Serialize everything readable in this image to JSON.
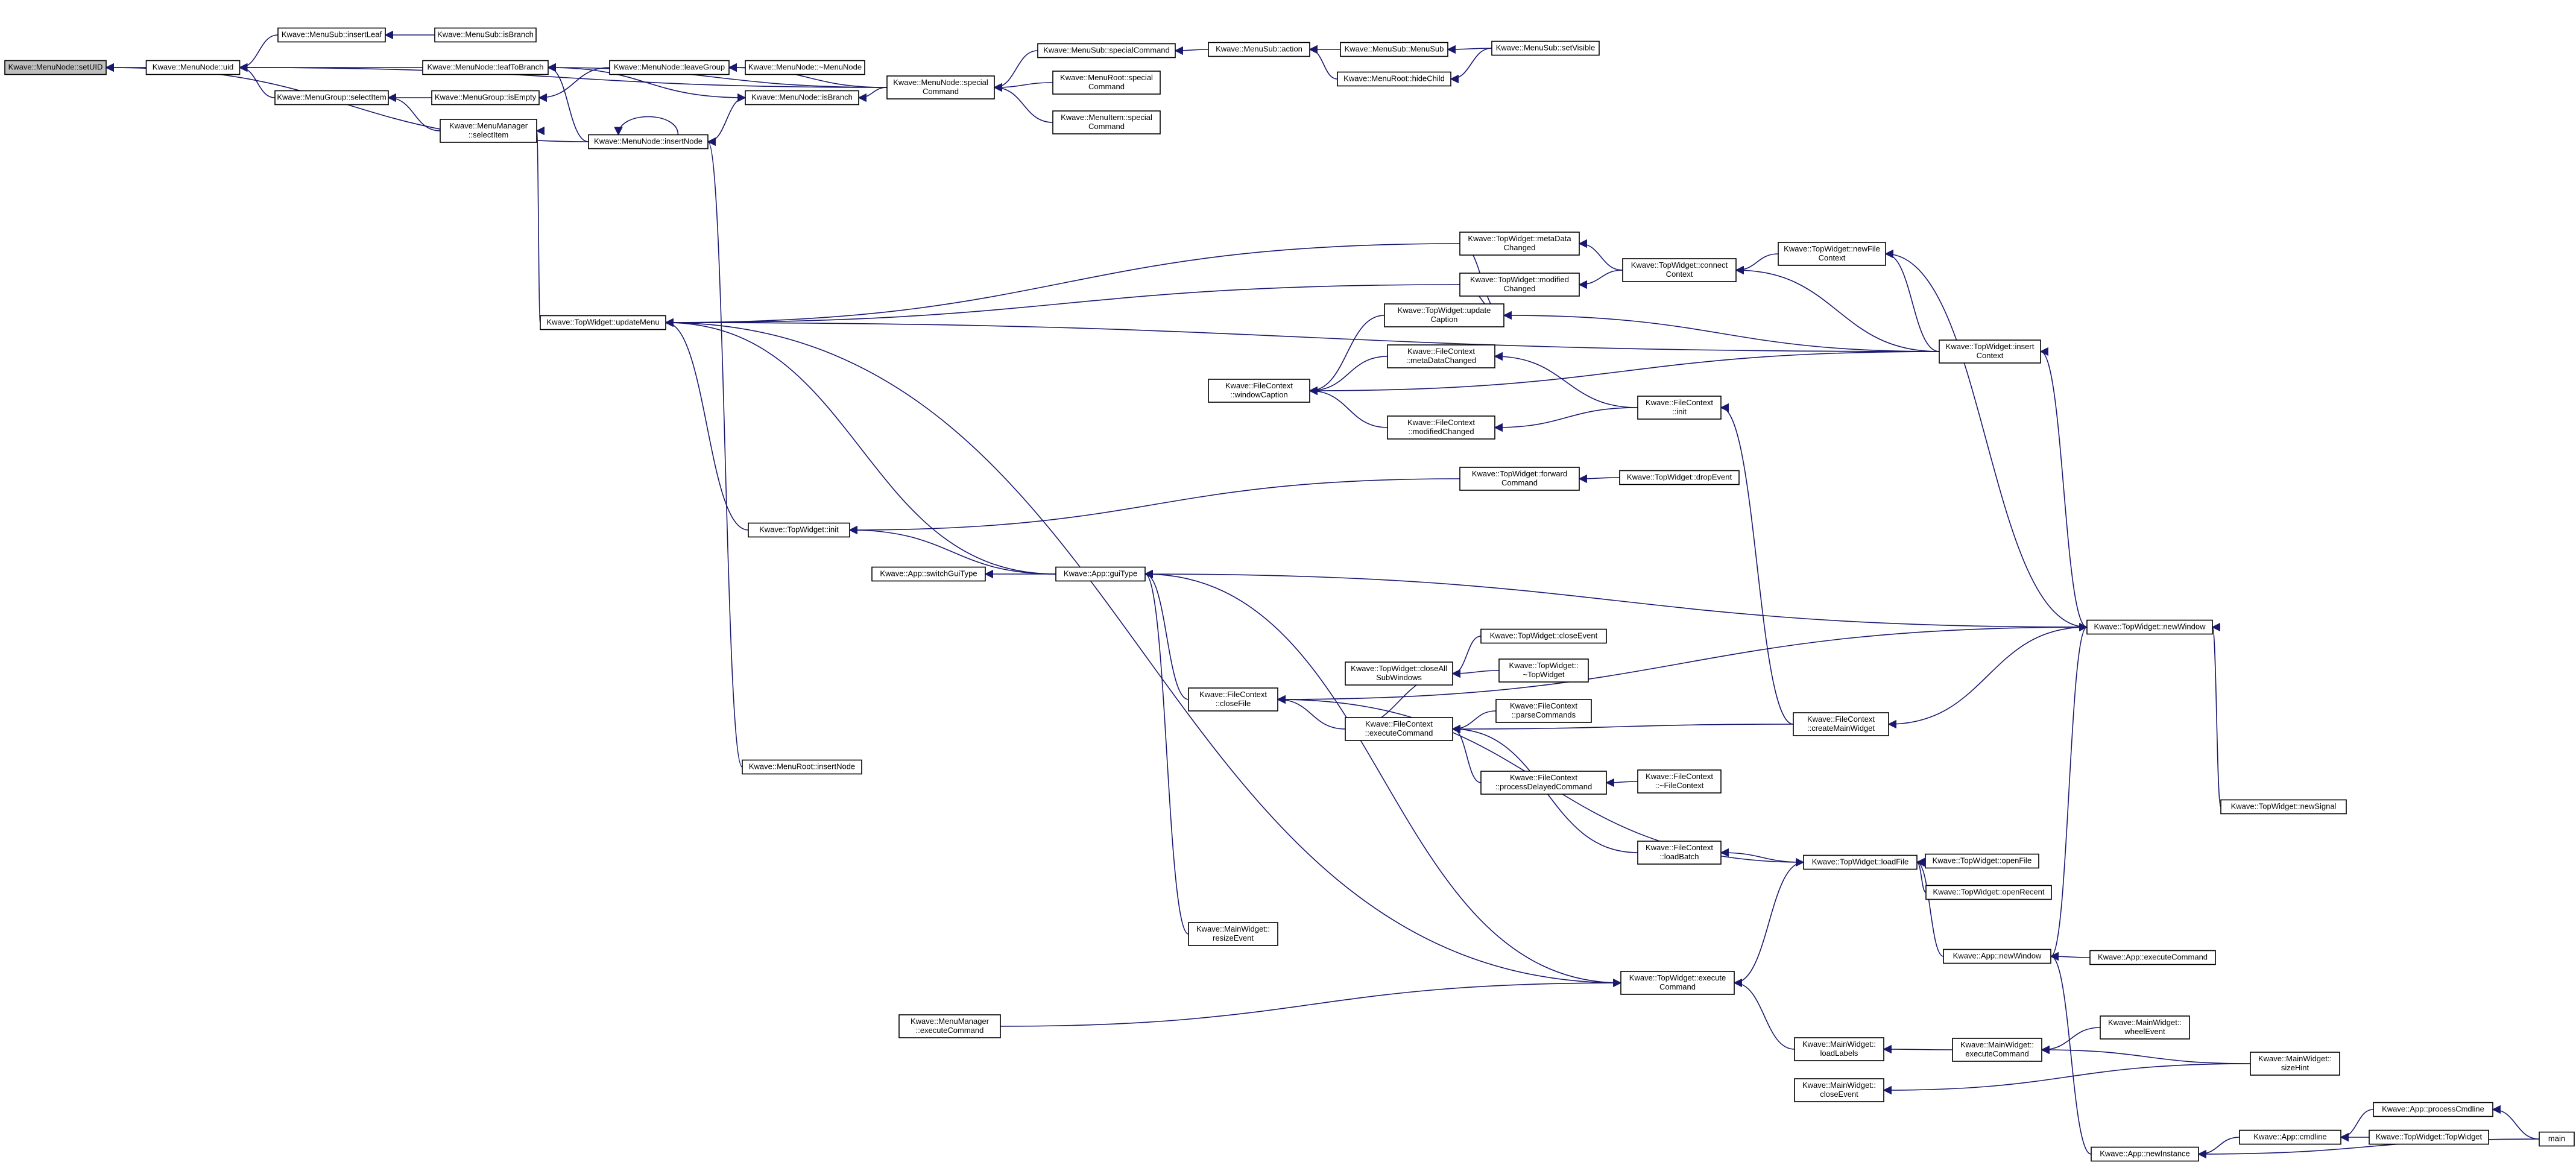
{
  "diagram": {
    "kind": "call-graph",
    "edge_color": "#191970",
    "root_fill": "#bfbfbf",
    "nodes": [
      {
        "id": "setUID",
        "lines": [
          "Kwave::MenuNode::setUID"
        ],
        "root": true
      },
      {
        "id": "mn_uid",
        "lines": [
          "Kwave::MenuNode::uid"
        ]
      },
      {
        "id": "ms_insertLeaf",
        "lines": [
          "Kwave::MenuSub::insertLeaf"
        ]
      },
      {
        "id": "ms_isBranch",
        "lines": [
          "Kwave::MenuSub::isBranch"
        ]
      },
      {
        "id": "mn_leafToBranch",
        "lines": [
          "Kwave::MenuNode::leafToBranch"
        ]
      },
      {
        "id": "mg_selectItem",
        "lines": [
          "Kwave::MenuGroup::selectItem"
        ]
      },
      {
        "id": "mg_isEmpty",
        "lines": [
          "Kwave::MenuGroup::isEmpty"
        ]
      },
      {
        "id": "mm_selectItem",
        "lines": [
          "Kwave::MenuManager",
          "::selectItem"
        ]
      },
      {
        "id": "mn_leaveGroup",
        "lines": [
          "Kwave::MenuNode::leaveGroup"
        ]
      },
      {
        "id": "mn_dtor",
        "lines": [
          "Kwave::MenuNode::~MenuNode"
        ]
      },
      {
        "id": "mn_isBranch",
        "lines": [
          "Kwave::MenuNode::isBranch"
        ]
      },
      {
        "id": "mn_insertNode",
        "lines": [
          "Kwave::MenuNode::insertNode"
        ]
      },
      {
        "id": "mn_special",
        "lines": [
          "Kwave::MenuNode::special",
          "Command"
        ]
      },
      {
        "id": "ms_specialCommand",
        "lines": [
          "Kwave::MenuSub::specialCommand"
        ]
      },
      {
        "id": "mr_special",
        "lines": [
          "Kwave::MenuRoot::special",
          "Command"
        ]
      },
      {
        "id": "mi_special",
        "lines": [
          "Kwave::MenuItem::special",
          "Command"
        ]
      },
      {
        "id": "ms_action",
        "lines": [
          "Kwave::MenuSub::action"
        ]
      },
      {
        "id": "ms_ctor",
        "lines": [
          "Kwave::MenuSub::MenuSub"
        ]
      },
      {
        "id": "ms_setVisible",
        "lines": [
          "Kwave::MenuSub::setVisible"
        ]
      },
      {
        "id": "mr_hideChild",
        "lines": [
          "Kwave::MenuRoot::hideChild"
        ]
      },
      {
        "id": "tw_updateMenu",
        "lines": [
          "Kwave::TopWidget::updateMenu"
        ]
      },
      {
        "id": "tw_metaData",
        "lines": [
          "Kwave::TopWidget::metaData",
          "Changed"
        ]
      },
      {
        "id": "tw_modified",
        "lines": [
          "Kwave::TopWidget::modified",
          "Changed"
        ]
      },
      {
        "id": "tw_updateCaption",
        "lines": [
          "Kwave::TopWidget::update",
          "Caption"
        ]
      },
      {
        "id": "tw_connectContext",
        "lines": [
          "Kwave::TopWidget::connect",
          "Context"
        ]
      },
      {
        "id": "tw_newFileContext",
        "lines": [
          "Kwave::TopWidget::newFile",
          "Context"
        ]
      },
      {
        "id": "tw_insertContext",
        "lines": [
          "Kwave::TopWidget::insert",
          "Context"
        ]
      },
      {
        "id": "fc_metaDataChanged",
        "lines": [
          "Kwave::FileContext",
          "::metaDataChanged"
        ]
      },
      {
        "id": "fc_windowCaption",
        "lines": [
          "Kwave::FileContext",
          "::windowCaption"
        ]
      },
      {
        "id": "fc_modifiedChanged",
        "lines": [
          "Kwave::FileContext",
          "::modifiedChanged"
        ]
      },
      {
        "id": "fc_init",
        "lines": [
          "Kwave::FileContext",
          "::init"
        ]
      },
      {
        "id": "tw_forwardCommand",
        "lines": [
          "Kwave::TopWidget::forward",
          "Command"
        ]
      },
      {
        "id": "tw_dropEvent",
        "lines": [
          "Kwave::TopWidget::dropEvent"
        ]
      },
      {
        "id": "tw_init",
        "lines": [
          "Kwave::TopWidget::init"
        ]
      },
      {
        "id": "app_switchGuiType",
        "lines": [
          "Kwave::App::switchGuiType"
        ]
      },
      {
        "id": "app_guiType",
        "lines": [
          "Kwave::App::guiType"
        ]
      },
      {
        "id": "tw_newWindow",
        "lines": [
          "Kwave::TopWidget::newWindow"
        ]
      },
      {
        "id": "tw_closeEvent",
        "lines": [
          "Kwave::TopWidget::closeEvent"
        ]
      },
      {
        "id": "tw_closeAllSub",
        "lines": [
          "Kwave::TopWidget::closeAll",
          "SubWindows"
        ]
      },
      {
        "id": "tw_dtor",
        "lines": [
          "Kwave::TopWidget::",
          "~TopWidget"
        ]
      },
      {
        "id": "fc_closeFile",
        "lines": [
          "Kwave::FileContext",
          "::closeFile"
        ]
      },
      {
        "id": "fc_parseCommands",
        "lines": [
          "Kwave::FileContext",
          "::parseCommands"
        ]
      },
      {
        "id": "fc_executeCommand",
        "lines": [
          "Kwave::FileContext",
          "::executeCommand"
        ]
      },
      {
        "id": "fc_createMainWidget",
        "lines": [
          "Kwave::FileContext",
          "::createMainWidget"
        ]
      },
      {
        "id": "fc_processDelayed",
        "lines": [
          "Kwave::FileContext",
          "::processDelayedCommand"
        ]
      },
      {
        "id": "fc_dtor",
        "lines": [
          "Kwave::FileContext",
          "::~FileContext"
        ]
      },
      {
        "id": "mr_insertNode",
        "lines": [
          "Kwave::MenuRoot::insertNode"
        ]
      },
      {
        "id": "tw_newSignal",
        "lines": [
          "Kwave::TopWidget::newSignal"
        ]
      },
      {
        "id": "fc_loadBatch",
        "lines": [
          "Kwave::FileContext",
          "::loadBatch"
        ]
      },
      {
        "id": "tw_loadFile",
        "lines": [
          "Kwave::TopWidget::loadFile"
        ]
      },
      {
        "id": "tw_openFile",
        "lines": [
          "Kwave::TopWidget::openFile"
        ]
      },
      {
        "id": "tw_openRecent",
        "lines": [
          "Kwave::TopWidget::openRecent"
        ]
      },
      {
        "id": "mw_resizeEvent",
        "lines": [
          "Kwave::MainWidget::",
          "resizeEvent"
        ]
      },
      {
        "id": "app_newWindow",
        "lines": [
          "Kwave::App::newWindow"
        ]
      },
      {
        "id": "app_executeCommand",
        "lines": [
          "Kwave::App::executeCommand"
        ]
      },
      {
        "id": "tw_executeCommand",
        "lines": [
          "Kwave::TopWidget::execute",
          "Command"
        ]
      },
      {
        "id": "mm_executeCommand",
        "lines": [
          "Kwave::MenuManager",
          "::executeCommand"
        ]
      },
      {
        "id": "mw_wheelEvent",
        "lines": [
          "Kwave::MainWidget::",
          "wheelEvent"
        ]
      },
      {
        "id": "mw_loadLabels",
        "lines": [
          "Kwave::MainWidget::",
          "loadLabels"
        ]
      },
      {
        "id": "mw_executeCommand",
        "lines": [
          "Kwave::MainWidget::",
          "executeCommand"
        ]
      },
      {
        "id": "mw_sizeHint",
        "lines": [
          "Kwave::MainWidget::",
          "sizeHint"
        ]
      },
      {
        "id": "mw_closeEvent",
        "lines": [
          "Kwave::MainWidget::",
          "closeEvent"
        ]
      },
      {
        "id": "app_processCmdline",
        "lines": [
          "Kwave::App::processCmdline"
        ]
      },
      {
        "id": "app_cmdline",
        "lines": [
          "Kwave::App::cmdline"
        ]
      },
      {
        "id": "tw_ctor",
        "lines": [
          "Kwave::TopWidget::TopWidget"
        ]
      },
      {
        "id": "app_newInstance",
        "lines": [
          "Kwave::App::newInstance"
        ]
      },
      {
        "id": "main",
        "lines": [
          "main"
        ]
      }
    ],
    "edges": [
      [
        "mn_uid",
        "setUID"
      ],
      [
        "mn_insertNode",
        "setUID"
      ],
      [
        "ms_insertLeaf",
        "mn_uid"
      ],
      [
        "mn_leafToBranch",
        "mn_uid"
      ],
      [
        "mg_selectItem",
        "mn_uid"
      ],
      [
        "mn_special",
        "mn_uid"
      ],
      [
        "ms_isBranch",
        "ms_insertLeaf"
      ],
      [
        "mn_special",
        "mn_leafToBranch"
      ],
      [
        "mn_isBranch",
        "mn_leafToBranch"
      ],
      [
        "mn_insertNode",
        "mn_leafToBranch"
      ],
      [
        "mg_isEmpty",
        "mg_selectItem"
      ],
      [
        "mm_selectItem",
        "mg_selectItem"
      ],
      [
        "mn_leaveGroup",
        "mg_isEmpty"
      ],
      [
        "tw_updateMenu",
        "mm_selectItem"
      ],
      [
        "mn_dtor",
        "mn_leaveGroup"
      ],
      [
        "mn_special",
        "mn_leaveGroup"
      ],
      [
        "mn_special",
        "mn_isBranch"
      ],
      [
        "mn_insertNode",
        "mn_isBranch"
      ],
      [
        "mn_insertNode",
        "mn_insertNode"
      ],
      [
        "mr_insertNode",
        "mn_insertNode"
      ],
      [
        "ms_specialCommand",
        "mn_special"
      ],
      [
        "mr_special",
        "mn_special"
      ],
      [
        "mi_special",
        "mn_special"
      ],
      [
        "ms_action",
        "ms_specialCommand"
      ],
      [
        "ms_ctor",
        "ms_action"
      ],
      [
        "mr_hideChild",
        "ms_action"
      ],
      [
        "ms_setVisible",
        "ms_ctor"
      ],
      [
        "ms_setVisible",
        "mr_hideChild"
      ],
      [
        "tw_metaData",
        "tw_updateMenu"
      ],
      [
        "tw_modified",
        "tw_updateMenu"
      ],
      [
        "tw_init",
        "tw_updateMenu"
      ],
      [
        "app_guiType",
        "tw_updateMenu"
      ],
      [
        "tw_insertContext",
        "tw_updateMenu"
      ],
      [
        "tw_executeCommand",
        "tw_updateMenu"
      ],
      [
        "tw_connectContext",
        "tw_metaData"
      ],
      [
        "tw_connectContext",
        "tw_modified"
      ],
      [
        "tw_metaData",
        "tw_updateCaption"
      ],
      [
        "tw_modified",
        "tw_updateCaption"
      ],
      [
        "tw_insertContext",
        "tw_updateCaption"
      ],
      [
        "tw_newFileContext",
        "tw_connectContext"
      ],
      [
        "tw_insertContext",
        "tw_connectContext"
      ],
      [
        "tw_insertContext",
        "tw_newFileContext"
      ],
      [
        "tw_newWindow",
        "tw_newFileContext"
      ],
      [
        "tw_newWindow",
        "tw_insertContext"
      ],
      [
        "fc_init",
        "fc_metaDataChanged"
      ],
      [
        "fc_metaDataChanged",
        "fc_windowCaption"
      ],
      [
        "fc_modifiedChanged",
        "fc_windowCaption"
      ],
      [
        "tw_updateCaption",
        "fc_windowCaption"
      ],
      [
        "tw_insertContext",
        "fc_windowCaption"
      ],
      [
        "fc_init",
        "fc_modifiedChanged"
      ],
      [
        "fc_createMainWidget",
        "fc_init"
      ],
      [
        "tw_forwardCommand",
        "tw_init"
      ],
      [
        "tw_dropEvent",
        "tw_forwardCommand"
      ],
      [
        "app_guiType",
        "tw_init"
      ],
      [
        "app_guiType",
        "app_switchGuiType"
      ],
      [
        "tw_newWindow",
        "app_guiType"
      ],
      [
        "fc_closeFile",
        "app_guiType"
      ],
      [
        "mw_resizeEvent",
        "app_guiType"
      ],
      [
        "tw_executeCommand",
        "app_guiType"
      ],
      [
        "tw_closeEvent",
        "tw_closeAllSub"
      ],
      [
        "tw_dtor",
        "tw_closeAllSub"
      ],
      [
        "tw_closeAllSub",
        "fc_executeCommand"
      ],
      [
        "fc_parseCommands",
        "fc_executeCommand"
      ],
      [
        "fc_processDelayed",
        "fc_executeCommand"
      ],
      [
        "fc_loadBatch",
        "fc_executeCommand"
      ],
      [
        "fc_createMainWidget",
        "fc_executeCommand"
      ],
      [
        "fc_dtor",
        "fc_processDelayed"
      ],
      [
        "fc_executeCommand",
        "fc_closeFile"
      ],
      [
        "tw_newWindow",
        "fc_closeFile"
      ],
      [
        "tw_loadFile",
        "fc_closeFile"
      ],
      [
        "tw_newWindow",
        "fc_createMainWidget"
      ],
      [
        "app_newWindow",
        "tw_newWindow"
      ],
      [
        "tw_newSignal",
        "tw_newWindow"
      ],
      [
        "tw_loadFile",
        "fc_loadBatch"
      ],
      [
        "tw_openFile",
        "tw_loadFile"
      ],
      [
        "tw_openRecent",
        "tw_loadFile"
      ],
      [
        "app_newWindow",
        "tw_loadFile"
      ],
      [
        "tw_executeCommand",
        "tw_loadFile"
      ],
      [
        "app_executeCommand",
        "app_newWindow"
      ],
      [
        "app_newInstance",
        "app_newWindow"
      ],
      [
        "mm_executeCommand",
        "tw_executeCommand"
      ],
      [
        "mw_loadLabels",
        "tw_executeCommand"
      ],
      [
        "mw_executeCommand",
        "mw_loadLabels"
      ],
      [
        "mw_wheelEvent",
        "mw_executeCommand"
      ],
      [
        "mw_sizeHint",
        "mw_executeCommand"
      ],
      [
        "mw_sizeHint",
        "mw_closeEvent"
      ],
      [
        "app_cmdline",
        "app_newInstance"
      ],
      [
        "app_processCmdline",
        "app_cmdline"
      ],
      [
        "tw_ctor",
        "app_cmdline"
      ],
      [
        "main",
        "app_processCmdline"
      ],
      [
        "main",
        "app_newInstance"
      ]
    ]
  }
}
